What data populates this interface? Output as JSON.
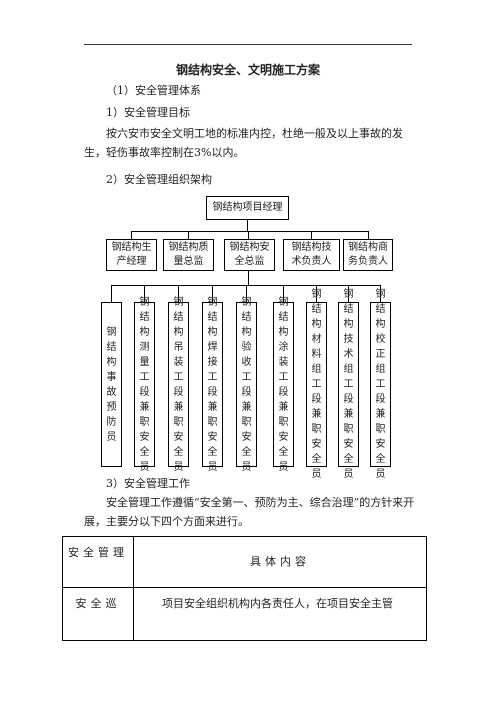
{
  "doc": {
    "title": "钢结构安全、文明施工方案",
    "s1": "（1）安全管理体系",
    "s1_1": "1）安全管理目标",
    "goal": "按六安市安全文明工地的标准内控，杜绝一般及以上事故的发生，轻伤事故率控制在3%以内。",
    "s1_2": "2）安全管理组织架构",
    "s1_3": "3）安全管理工作",
    "work": "安全管理工作遵循“安全第一、预防为主、综合治理”的方针来开展，主要分以下四个方面来进行。"
  },
  "org": {
    "root": "钢结构项目经理",
    "level2": [
      "钢结构生产经理",
      "钢结构质量总监",
      "钢结构安全总监",
      "钢结构技术负责人",
      "钢结构商务负责人"
    ],
    "level3": [
      "钢结构事故预防员",
      "钢结构测量工段兼职安全员",
      "钢结构吊装工段兼职安全员",
      "钢结构焊接工段兼职安全员",
      "钢结构验收工段兼职安全员",
      "钢结构涂装工段兼职安全员",
      "钢结构材料组工段兼职安全员",
      "钢结构技术组工段兼职安全员",
      "钢结构校正组工段兼职安全员"
    ]
  },
  "table": {
    "h1": "安全管理",
    "h2": "具体内容",
    "r1c1": "安全巡",
    "r1c2": "项目安全组织机构内各责任人，在项目安全主管"
  }
}
